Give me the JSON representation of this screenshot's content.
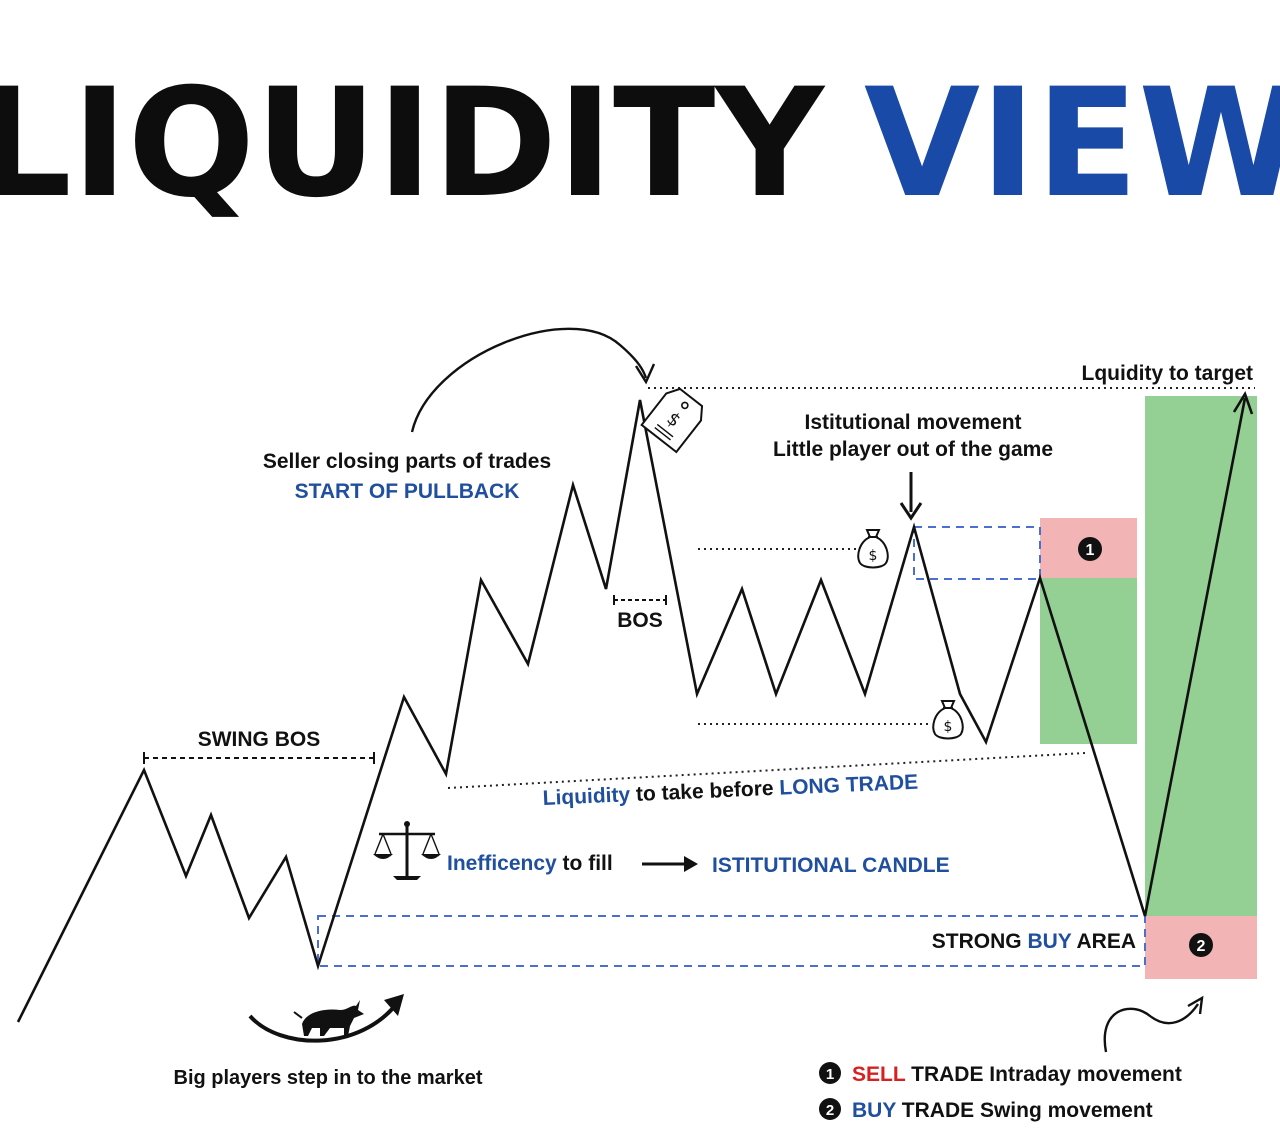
{
  "title": {
    "part1": "LIQUIDITY",
    "part2": "VIEW",
    "part1_color": "#0d0d0d",
    "part2_color": "#1a4aa8"
  },
  "colors": {
    "blue": "#1f4f9e",
    "red": "#d42222",
    "green_zone": "#94cf94",
    "pink_zone": "#f2b4b4",
    "dash_blue": "#4a6fd0",
    "ink": "#111111"
  },
  "labels": {
    "liquidity_target": "Lquidity to target",
    "inst_movement_1": "Istitutional movement",
    "inst_movement_2": "Little player out of the game",
    "seller_closing": "Seller closing parts of trades",
    "start_pullback": "START OF PULLBACK",
    "bos": "BOS",
    "swing_bos": "SWING BOS",
    "liq_take_1": "Liquidity",
    "liq_take_2": " to take before ",
    "liq_take_3": "LONG TRADE",
    "ineff_1": "Inefficency",
    "ineff_2": " to fill",
    "inst_candle": "ISTITUTIONAL CANDLE",
    "strong_buy_1": "STRONG ",
    "strong_buy_2": "BUY",
    "strong_buy_3": " AREA",
    "big_players": "Big players step in to the market"
  },
  "markers": {
    "one": "1",
    "two": "2"
  },
  "legend": [
    {
      "num": "1",
      "action": "SELL",
      "rest": " TRADE Intraday movement",
      "color": "#d42222"
    },
    {
      "num": "2",
      "action": "BUY",
      "rest": " TRADE Swing movement",
      "color": "#1f4f9e"
    }
  ],
  "icons": {
    "price_tag": "price-tag-icon",
    "money_bag": "money-bag-icon",
    "scale": "scale-icon",
    "bull": "bull-icon"
  }
}
